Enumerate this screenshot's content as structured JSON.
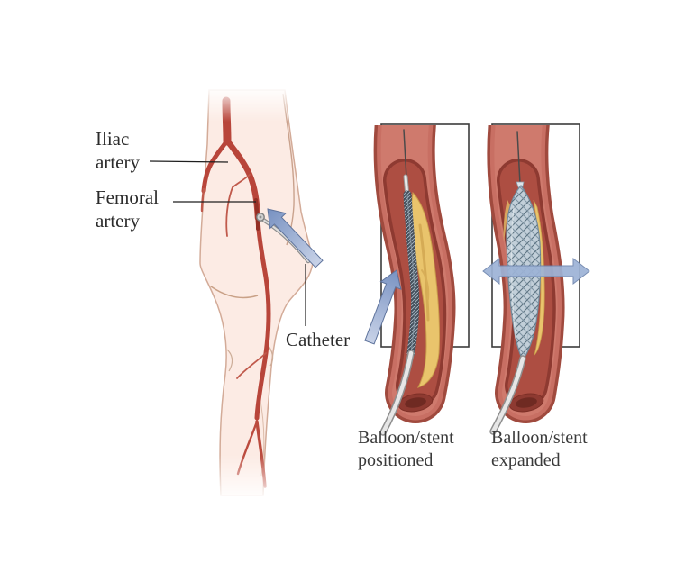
{
  "figure": {
    "kind": "medical-illustration",
    "scene": "catheter-angioplasty-of-leg-artery"
  },
  "anatomy_labels": {
    "iliac": {
      "line1": "Iliac",
      "line2": "artery"
    },
    "femoral": {
      "line1": "Femoral",
      "line2": "artery"
    },
    "catheter": {
      "label": "Catheter"
    }
  },
  "panel_captions": {
    "positioned": {
      "line1": "Balloon/stent",
      "line2": "positioned"
    },
    "expanded": {
      "line1": "Balloon/stent",
      "line2": "expanded"
    }
  },
  "icons": {
    "insertion_arrow": "arrow-up-left-icon",
    "advance_arrow": "arrow-up-icon",
    "expansion_arrow": "arrow-left-right-icon"
  },
  "colors": {
    "background": "#ffffff",
    "label_text": "#2b2b2b",
    "skin": "#fcebe4",
    "skin_edge": "#d3ab98",
    "artery_wall": "#c86f63",
    "artery_edge": "#a04a3e",
    "artery_lumen": "#a84b3f",
    "plaque": "#e9c46c",
    "plaque_edge": "#c99c4b",
    "stent_fill": "#c2cfd9",
    "stent_mesh": "#5d7381",
    "arrow_fill": "#8da5cf",
    "arrow_edge": "#5e739c",
    "catheter_gray": "#8f8f8f",
    "box_border": "#3c3c3c"
  }
}
